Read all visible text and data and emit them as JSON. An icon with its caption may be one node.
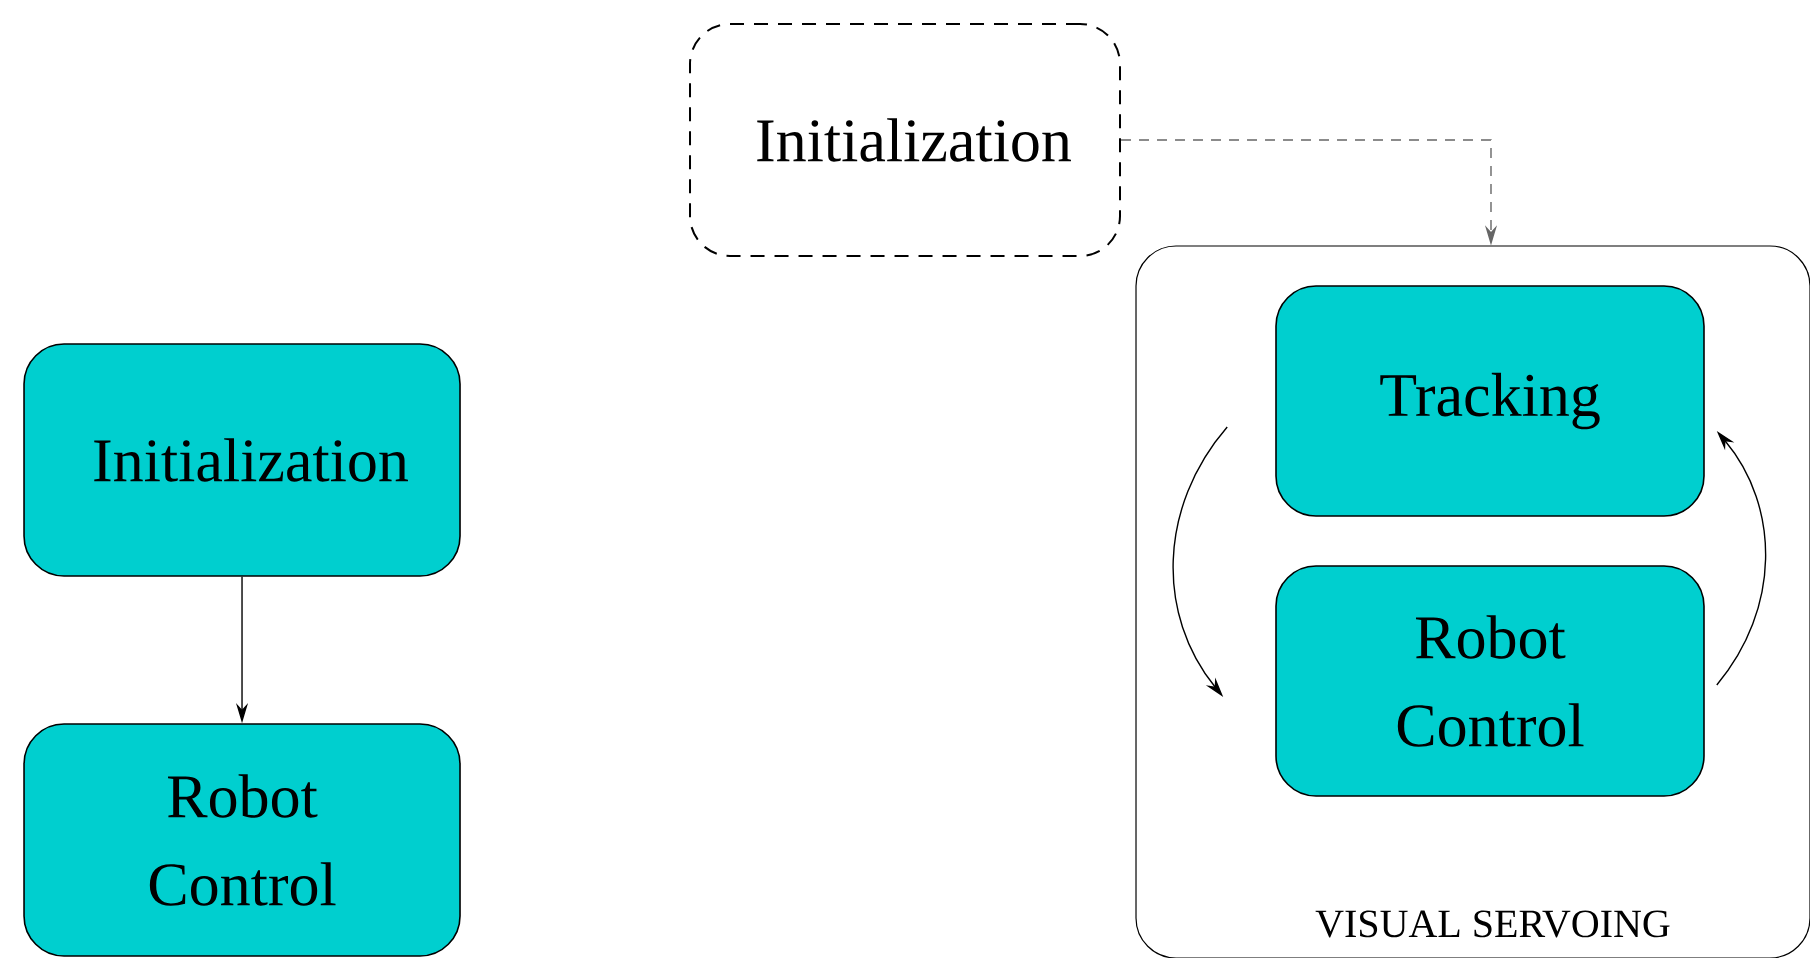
{
  "diagram": {
    "nodes": [
      {
        "text": [
          "Initialization"
        ]
      },
      {
        "text": [
          "Robot Control"
        ]
      },
      {
        "text": [
          "Initialization"
        ]
      },
      {
        "text": [
          "VISUAL SERVOING"
        ]
      },
      {
        "text": [
          "Tracking"
        ],
        "in": 3
      },
      {
        "text": [
          "Robot Control"
        ],
        "in": 3
      }
    ],
    "edges": [
      {
        "from": 0,
        "to": 1,
        "arrow": "to"
      },
      {
        "from": 2,
        "to": 3,
        "arrow": "to",
        "style": "dashed",
        "color": "#666666"
      },
      {
        "from": 4,
        "to": 5,
        "arrow": "to"
      },
      {
        "from": 5,
        "to": 4,
        "arrow": "to"
      }
    ]
  }
}
